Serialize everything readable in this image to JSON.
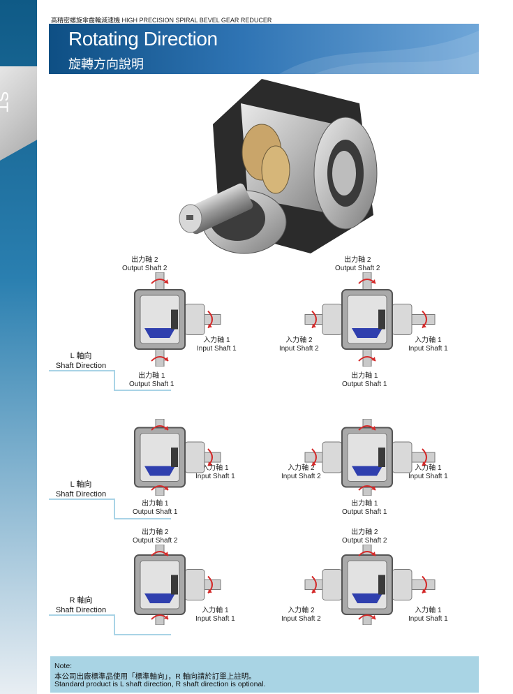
{
  "header": {
    "top_line": "高精密螺旋傘齒輪減速機  HIGH PRECISION SPIRAL BEVEL GEAR REDUCER",
    "title": "Rotating Direction",
    "subtitle": "旋轉方向說明"
  },
  "sidebar": {
    "label": "ST"
  },
  "labels": {
    "output_shaft_2": "出力軸 2\nOutput Shaft 2",
    "output_shaft_1": "出力軸 1\nOutput Shaft 1",
    "input_shaft_1": "入力軸 1\nInput Shaft 1",
    "input_shaft_2": "入力軸 2\nInput Shaft 2"
  },
  "directions": {
    "l_shaft": "L 軸向\nShaft Direction",
    "r_shaft": "R 軸向\nShaft Direction"
  },
  "note": {
    "heading": "Note:",
    "line1": "本公司出廠標準品使用「標準軸向」，R 軸向請於訂單上註明。",
    "line2": "Standard product is L shaft direction, R shaft direction is optional."
  },
  "colors": {
    "banner": "#2f74b4",
    "note_bg": "#a9d4e4",
    "gear_blue": "#2f3fae",
    "arrow_red": "#d42a2a"
  }
}
